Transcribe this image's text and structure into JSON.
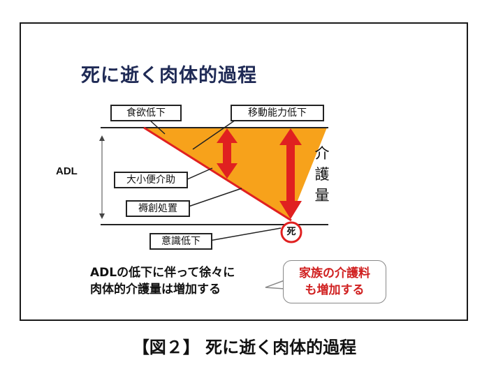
{
  "title": "死に逝く肉体的過程",
  "labels": {
    "appetite": "食欲低下",
    "mobility": "移動能力低下",
    "adl": "ADL",
    "toilet": "大小便介助",
    "bedsore": "褥創処置",
    "consciousness": "意識低下",
    "care_amount": "介護量",
    "death": "死"
  },
  "caption_lines": [
    "ADLの低下に伴って徐々に",
    "肉体的介護量は増加する"
  ],
  "bubble_lines": [
    "家族の介護料",
    "も増加する"
  ],
  "figure_caption": "【図２】 死に逝く肉体的過程",
  "colors": {
    "fill": "#f7a21b",
    "line": "#e02020",
    "arrow": "#e02020",
    "title": "#1f2a55",
    "bubble_text": "#d02020"
  }
}
